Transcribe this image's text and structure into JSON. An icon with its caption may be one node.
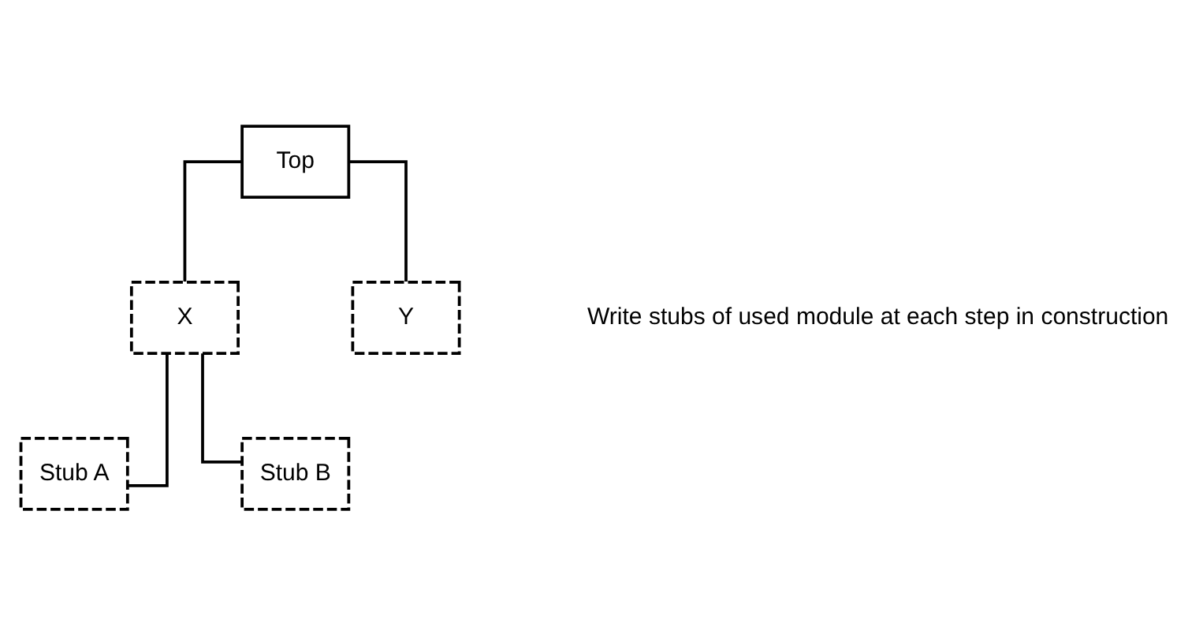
{
  "diagram": {
    "nodes": [
      {
        "text": [
          "Top"
        ]
      },
      {
        "text": [
          "X"
        ]
      },
      {
        "text": [
          "Y"
        ]
      },
      {
        "text": [
          "Stub A"
        ]
      },
      {
        "text": [
          "Stub B"
        ]
      }
    ],
    "edges": [
      {
        "from": 0,
        "to": 1,
        "arrow": "none"
      },
      {
        "from": 0,
        "to": 2,
        "arrow": "none"
      },
      {
        "from": 1,
        "to": 3,
        "arrow": "none"
      },
      {
        "from": 1,
        "to": 4,
        "arrow": "none"
      }
    ],
    "labels": [
      "Write stubs of used module at each step in construction"
    ]
  }
}
